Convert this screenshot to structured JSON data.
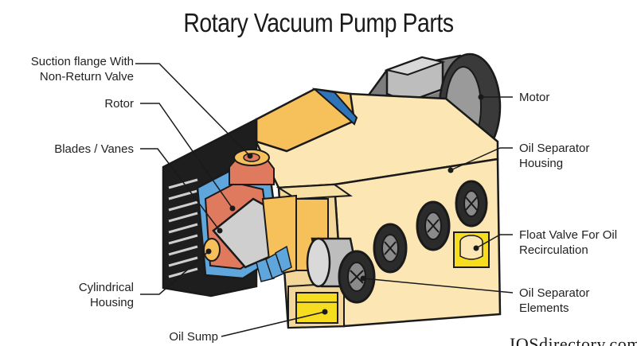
{
  "title": "Rotary Vacuum Pump Parts",
  "labels": {
    "suction_flange": "Suction flange With\nNon-Return Valve",
    "rotor": "Rotor",
    "blades_vanes": "Blades / Vanes",
    "cylindrical_housing": "Cylindrical\nHousing",
    "oil_sump": "Oil Sump",
    "motor": "Motor",
    "oil_separator_housing": "Oil Separator\nHousing",
    "float_valve": "Float Valve For Oil\nRecirculation",
    "oil_separator_elements": "Oil Separator\nElements"
  },
  "watermark": "IQSdirectory.com",
  "colors": {
    "housing": "#fbe6b4",
    "housing_side": "#f3d79a",
    "housing_top": "#f6c05a",
    "motor": "#8a8a8a",
    "outline": "#1a1a1a",
    "rotor_blue": "#5fa6dd",
    "flange_red": "#e07a5f",
    "oil_yellow": "#f7dd1f"
  },
  "icons": {
    "separator_element": "separator-element-icon",
    "fan_grille": "cooling-fins-icon"
  }
}
